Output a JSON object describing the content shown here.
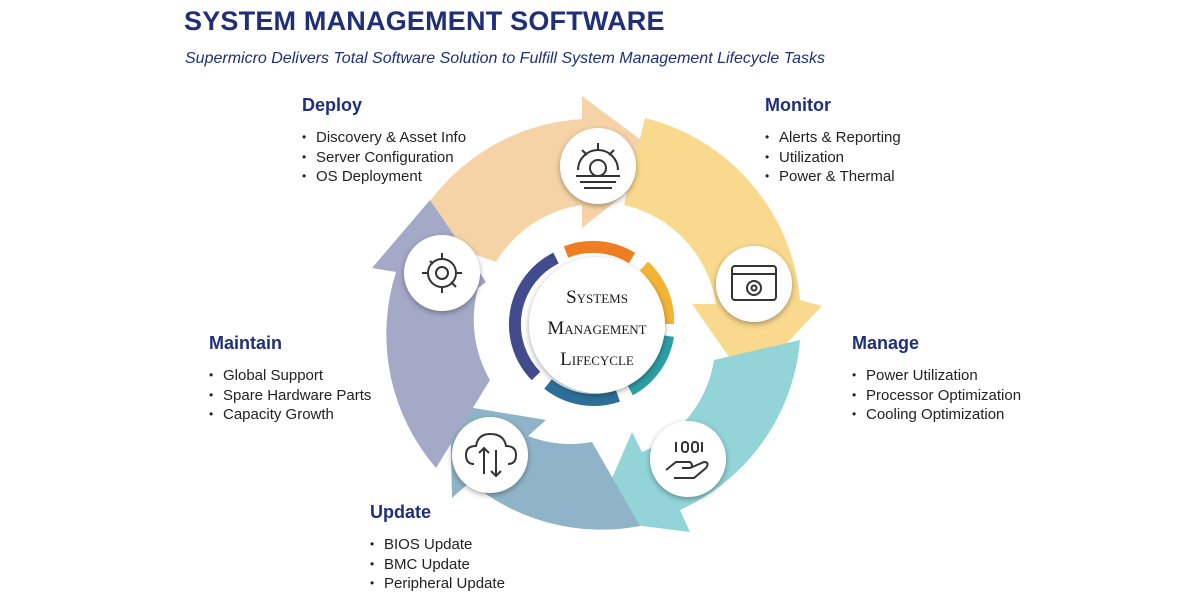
{
  "title": "SYSTEM MANAGEMENT SOFTWARE",
  "subtitle": "Supermicro Delivers Total Software Solution to Fulfill System Management Lifecycle Tasks",
  "center": {
    "line1": "Systems",
    "line2": "Management",
    "line3": "Lifecycle"
  },
  "stages": {
    "deploy": {
      "heading": "Deploy",
      "items": [
        "Discovery & Asset Info",
        "Server Configuration",
        "OS Deployment"
      ],
      "icon": "gear-settings-icon",
      "color": "#f6d3a6"
    },
    "monitor": {
      "heading": "Monitor",
      "items": [
        "Alerts & Reporting",
        "Utilization",
        "Power & Thermal"
      ],
      "icon": "browser-window-gear-icon",
      "color": "#f9d98d"
    },
    "manage": {
      "heading": "Manage",
      "items": [
        "Power Utilization",
        "Processor Optimization",
        "Cooling Optimization"
      ],
      "icon": "hand-binary-icon",
      "color": "#93d4d8"
    },
    "update": {
      "heading": "Update",
      "items": [
        "BIOS Update",
        "BMC Update",
        "Peripheral Update"
      ],
      "icon": "cloud-upload-download-icon",
      "color": "#8fb4c9"
    },
    "maintain": {
      "heading": "Maintain",
      "items": [
        "Global Support",
        "Spare Hardware Parts",
        "Capacity Growth"
      ],
      "icon": "gear-wrench-icon",
      "color": "#a5a9c8"
    }
  },
  "colors": {
    "heading": "#1f2f78",
    "ring_orange": "#ef7d22",
    "ring_yellow": "#f3b335",
    "ring_teal": "#2c9fa4",
    "ring_blue": "#2c6f98",
    "ring_navy": "#424c8c"
  }
}
